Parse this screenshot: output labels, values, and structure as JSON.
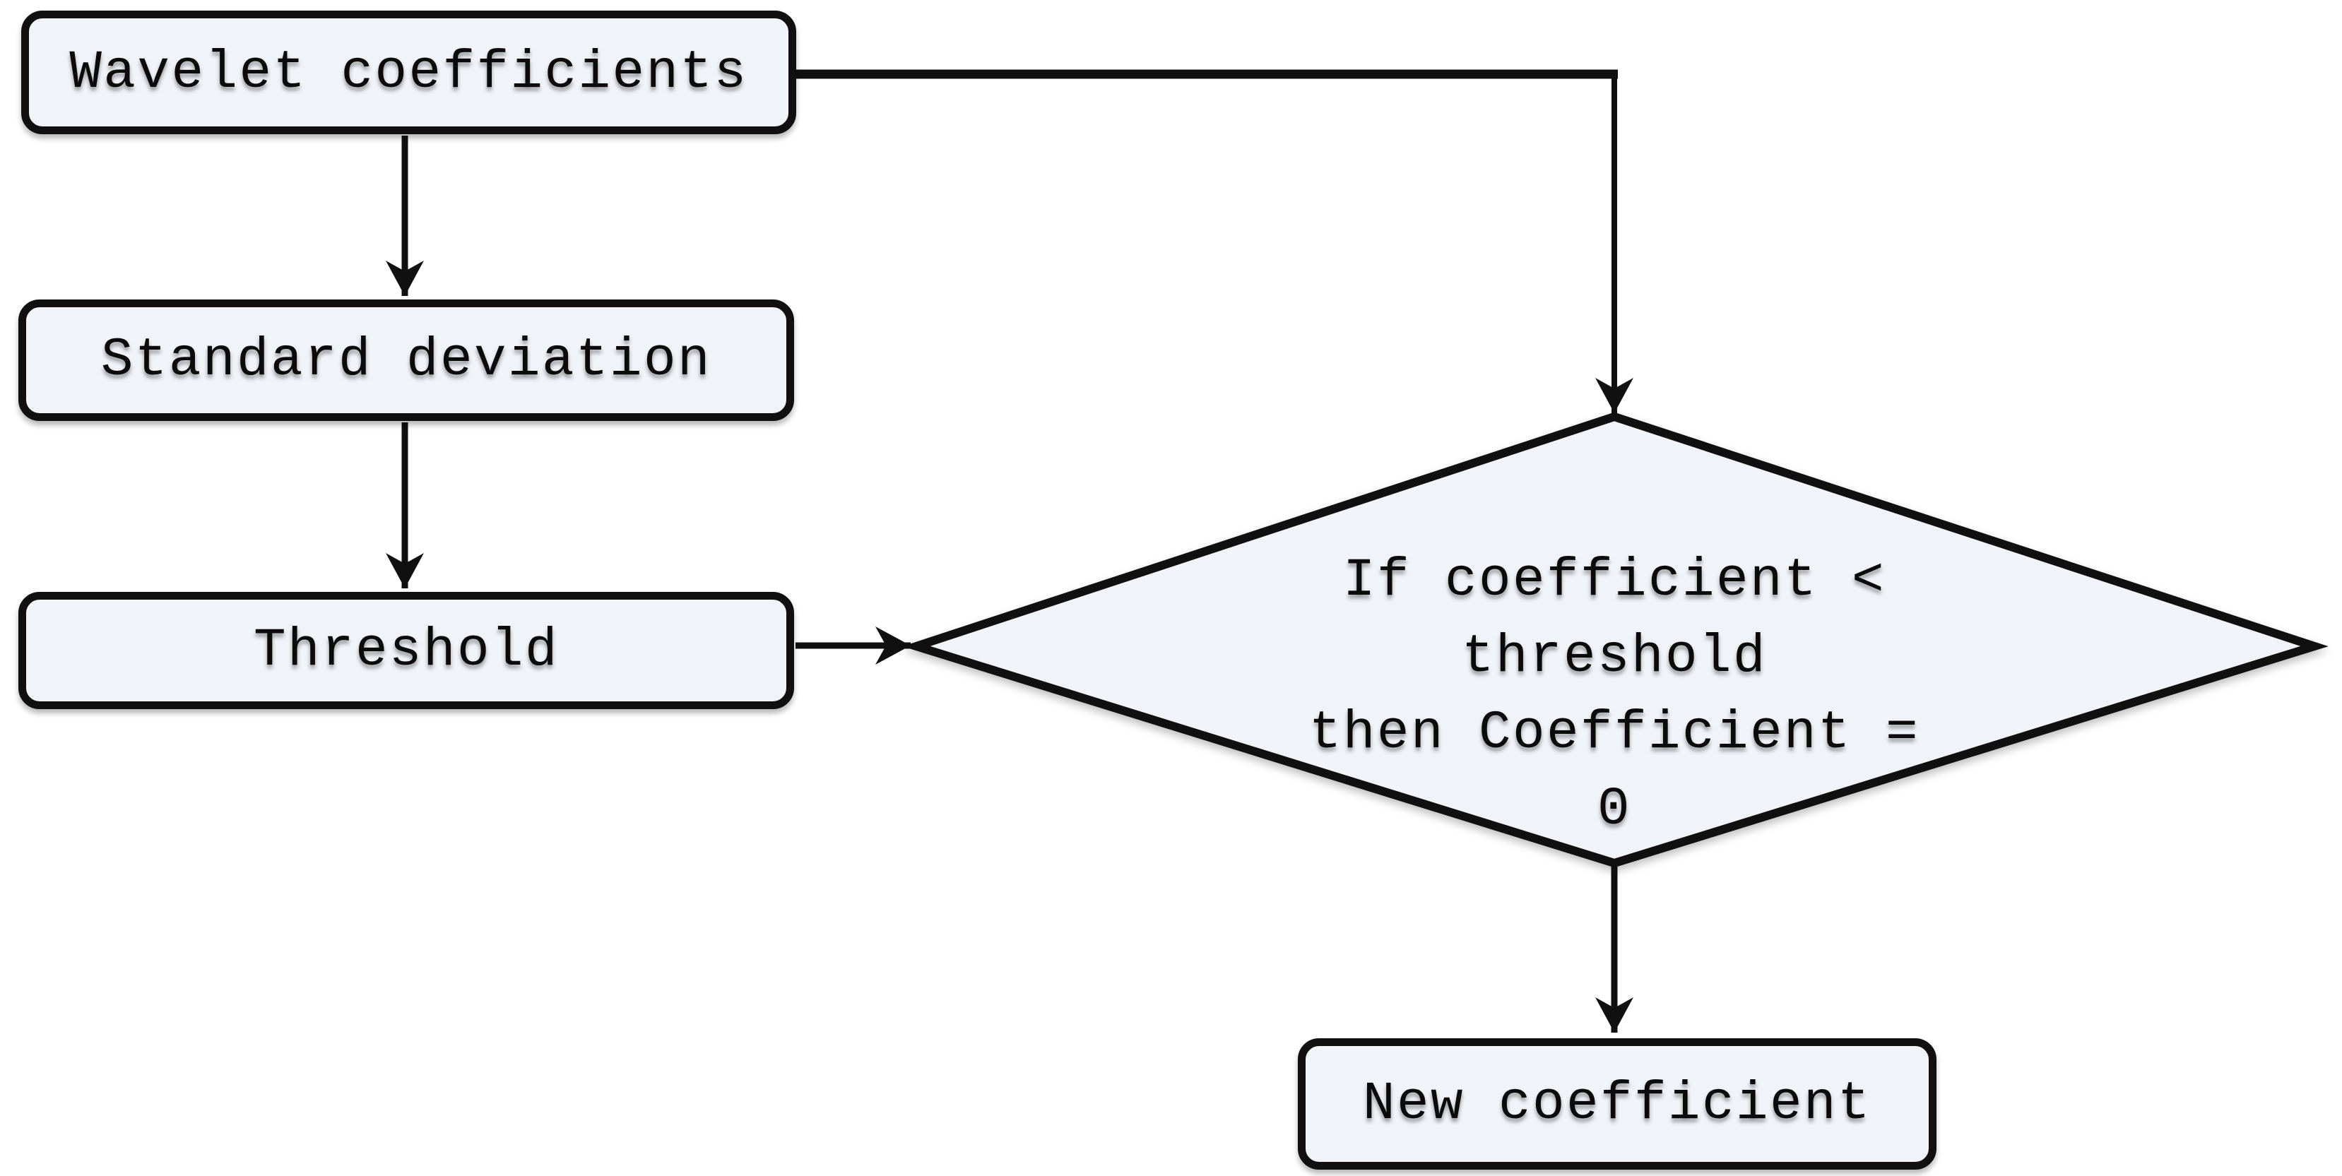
{
  "nodes": {
    "wavelet_coefficients": {
      "label": "Wavelet coefficients"
    },
    "standard_deviation": {
      "label": "Standard deviation"
    },
    "threshold": {
      "label": "Threshold"
    },
    "decision": {
      "lines": [
        "If coefficient <",
        "threshold",
        "then Coefficient =",
        "0"
      ]
    },
    "new_coefficient": {
      "label": "New coefficient"
    }
  },
  "edges": [
    {
      "from": "wavelet_coefficients",
      "to": "standard_deviation"
    },
    {
      "from": "standard_deviation",
      "to": "threshold"
    },
    {
      "from": "threshold",
      "to": "decision"
    },
    {
      "from": "wavelet_coefficients",
      "to": "decision"
    },
    {
      "from": "decision",
      "to": "new_coefficient"
    }
  ],
  "colors": {
    "node_fill": "#f0f3f8",
    "stroke": "#101010",
    "background": "#ffffff"
  }
}
